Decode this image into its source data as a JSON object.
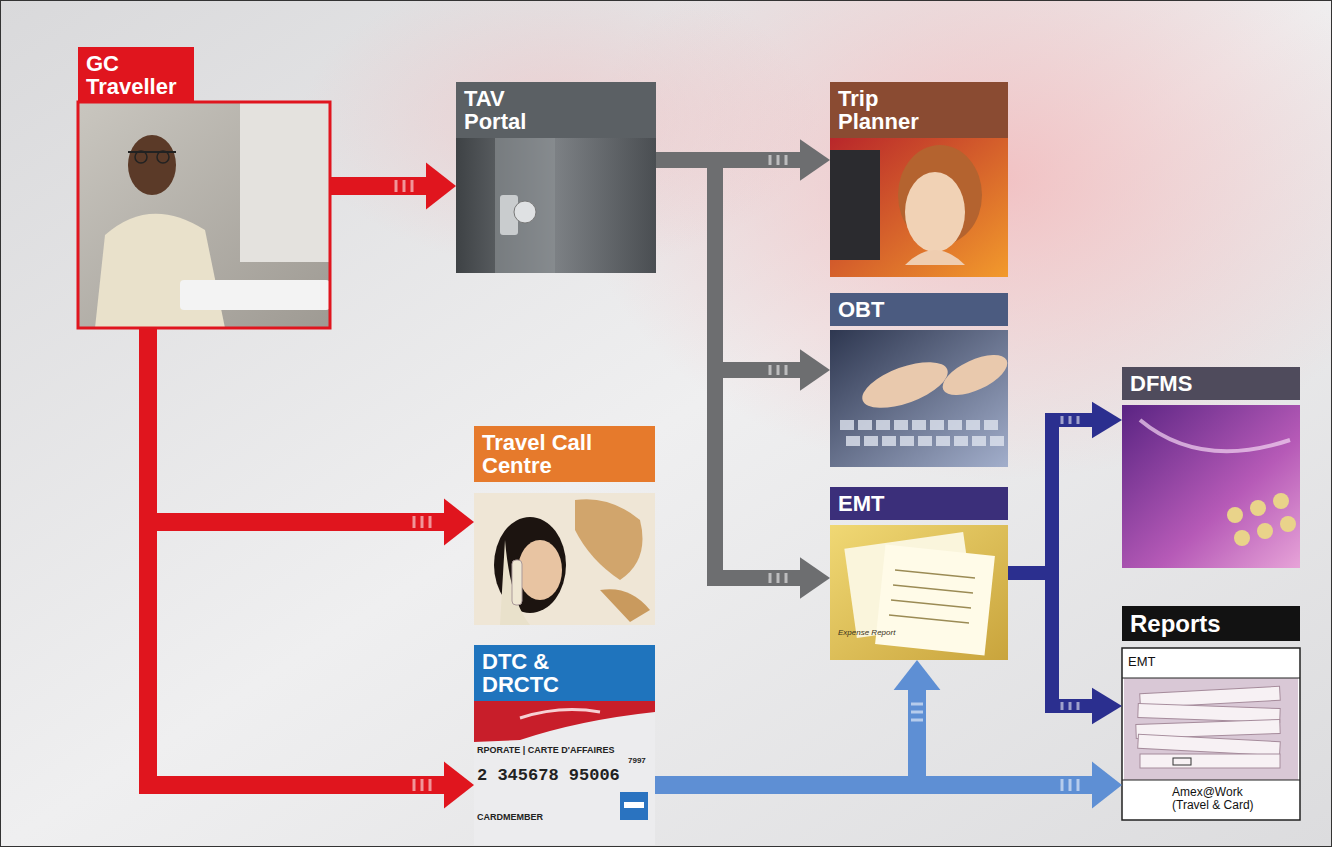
{
  "diagram": {
    "nodes": [
      {
        "text": [
          "GC Traveller"
        ]
      },
      {
        "text": [
          "TAV Portal"
        ]
      },
      {
        "text": [
          "Trip Planner"
        ]
      },
      {
        "text": [
          "OBT"
        ]
      },
      {
        "text": [
          "Travel Call Centre"
        ]
      },
      {
        "text": [
          "EMT"
        ]
      },
      {
        "text": [
          "DFMS"
        ]
      },
      {
        "text": [
          "DTC & DRCTC"
        ]
      },
      {
        "text": [
          "Reports",
          "EMT",
          "Amex@Work (Travel & Card)"
        ]
      }
    ],
    "edges": [
      {
        "from": 0,
        "to": 1,
        "arrow": "to"
      },
      {
        "from": 0,
        "to": 4,
        "arrow": "to"
      },
      {
        "from": 0,
        "to": 7,
        "arrow": "to"
      },
      {
        "from": 1,
        "to": 2,
        "arrow": "to"
      },
      {
        "from": 1,
        "to": 3,
        "arrow": "to"
      },
      {
        "from": 1,
        "to": 5,
        "arrow": "to"
      },
      {
        "from": 5,
        "to": 6,
        "arrow": "to"
      },
      {
        "from": 5,
        "to": 8,
        "arrow": "to"
      },
      {
        "from": 7,
        "to": 5,
        "arrow": "to"
      },
      {
        "from": 7,
        "to": 8,
        "arrow": "to"
      }
    ],
    "labels": [
      "Expense Report",
      "RPORATE | CARTE D'AFFAIRES",
      "7997",
      "2 345678 95006",
      "CARDMEMBER"
    ]
  }
}
